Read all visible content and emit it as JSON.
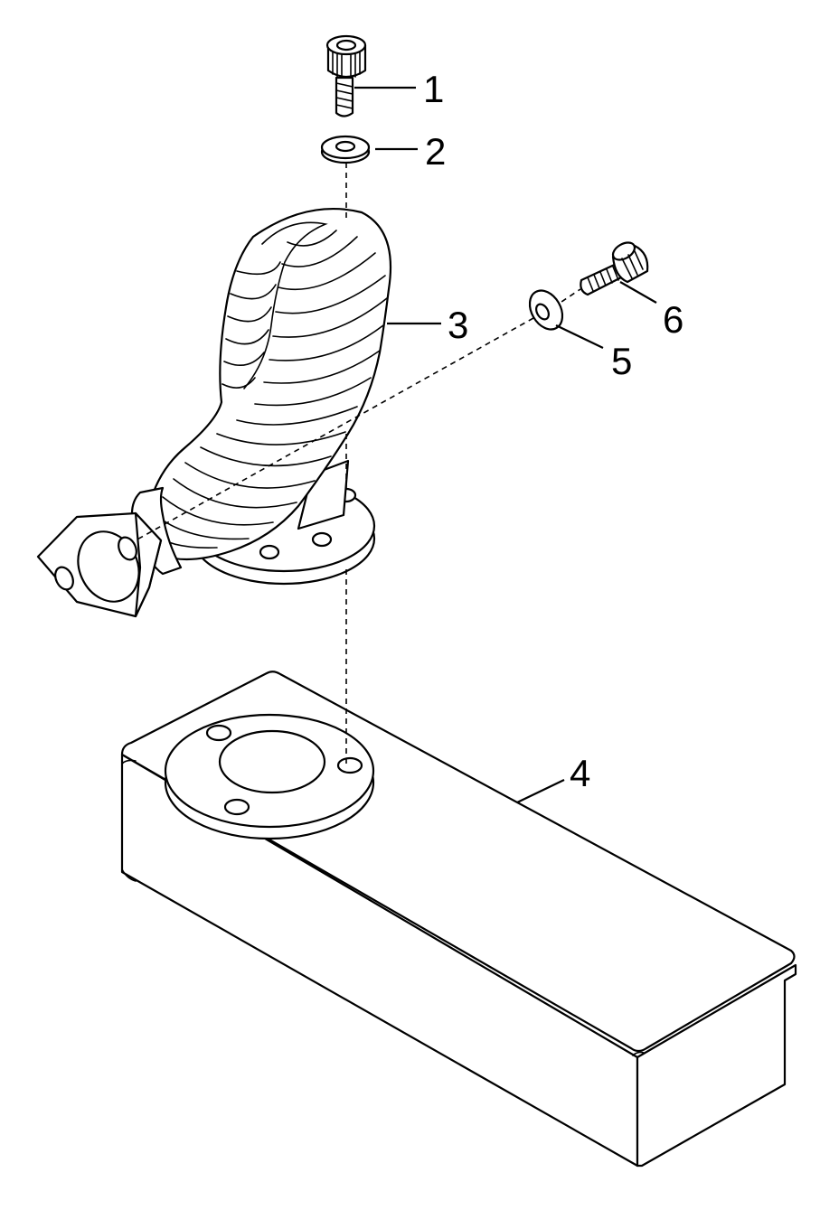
{
  "callouts": [
    {
      "id": "1",
      "label": "1"
    },
    {
      "id": "2",
      "label": "2"
    },
    {
      "id": "3",
      "label": "3"
    },
    {
      "id": "4",
      "label": "4"
    },
    {
      "id": "5",
      "label": "5"
    },
    {
      "id": "6",
      "label": "6"
    }
  ],
  "icons": [
    "socket-head-screw-icon",
    "flat-washer-icon",
    "flexible-exhaust-hose-icon",
    "base-housing-icon",
    "lock-washer-icon",
    "cap-screw-icon"
  ]
}
